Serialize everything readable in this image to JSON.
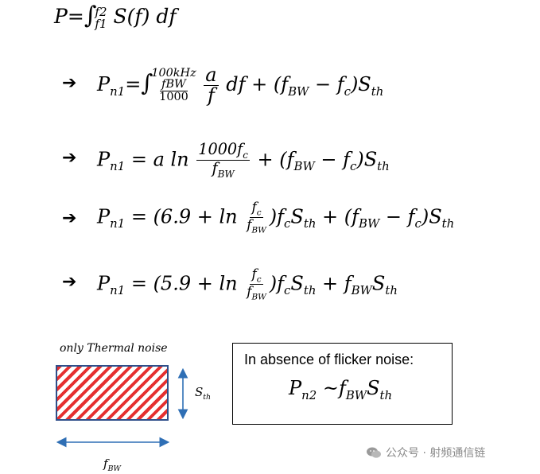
{
  "equations": {
    "title": {
      "lhs": "P",
      "eq": "=",
      "upper": "f2",
      "lower": "f1",
      "integrand": "S(f)",
      "d": "df"
    },
    "line1": {
      "arrow": "➔",
      "lhs": "P",
      "sub": "n1",
      "eq": "=",
      "upper": "100kHz",
      "lower_num": "fBW",
      "lower_den": "1000",
      "frac_num": "a",
      "frac_den": "f",
      "rest": "df + (f",
      "bw": "BW",
      "minus": " − f",
      "c": "c",
      "close": ")S",
      "th": "th"
    },
    "line2": {
      "arrow": "➔",
      "lhs": "P",
      "sub": "n1",
      "eq": " = a ln ",
      "frac_num": "1000f",
      "frac_num_sub": "c",
      "frac_den": "f",
      "frac_den_sub": "BW",
      "rest": " + (f",
      "bw": "BW",
      "minus": " − f",
      "c": "c",
      "close": ")S",
      "th": "th"
    },
    "line3": {
      "arrow": "➔",
      "lhs": "P",
      "sub": "n1",
      "eq": " = (6.9 + ln ",
      "frac_num": "f",
      "frac_num_sub": "c",
      "frac_den": "f",
      "frac_den_sub": "BW",
      "mid": ")f",
      "c1": "c",
      "s": "S",
      "th1": "th",
      "plus": " + (f",
      "bw": "BW",
      "minus": " − f",
      "c2": "c",
      "close": ")S",
      "th2": "th"
    },
    "line4": {
      "arrow": "➔",
      "lhs": "P",
      "sub": "n1",
      "eq": " = (5.9 + ln ",
      "frac_num": "f",
      "frac_num_sub": "c",
      "frac_den": "f",
      "frac_den_sub": "BW",
      "mid": ")f",
      "c1": "c",
      "s": "S",
      "th1": "th",
      "plus": " + f",
      "bw": "BW",
      "s2": "S",
      "th2": "th"
    }
  },
  "diagram": {
    "label": "only Thermal noise",
    "height_label_main": "S",
    "height_label_sub": "th",
    "width_label_main": "f",
    "width_label_sub": "BW",
    "hatch_color": "#e53030",
    "border_color": "#2f4f8a",
    "arrow_color": "#2f6fb5"
  },
  "absence_box": {
    "text": "In absence of flicker noise:",
    "lhs": "P",
    "sub": "n2",
    "approx": " ~f",
    "bw": "BW",
    "s": "S",
    "th": "th"
  },
  "watermark": {
    "icon": "wechat-icon",
    "text": "公众号 · 射频通信链"
  }
}
